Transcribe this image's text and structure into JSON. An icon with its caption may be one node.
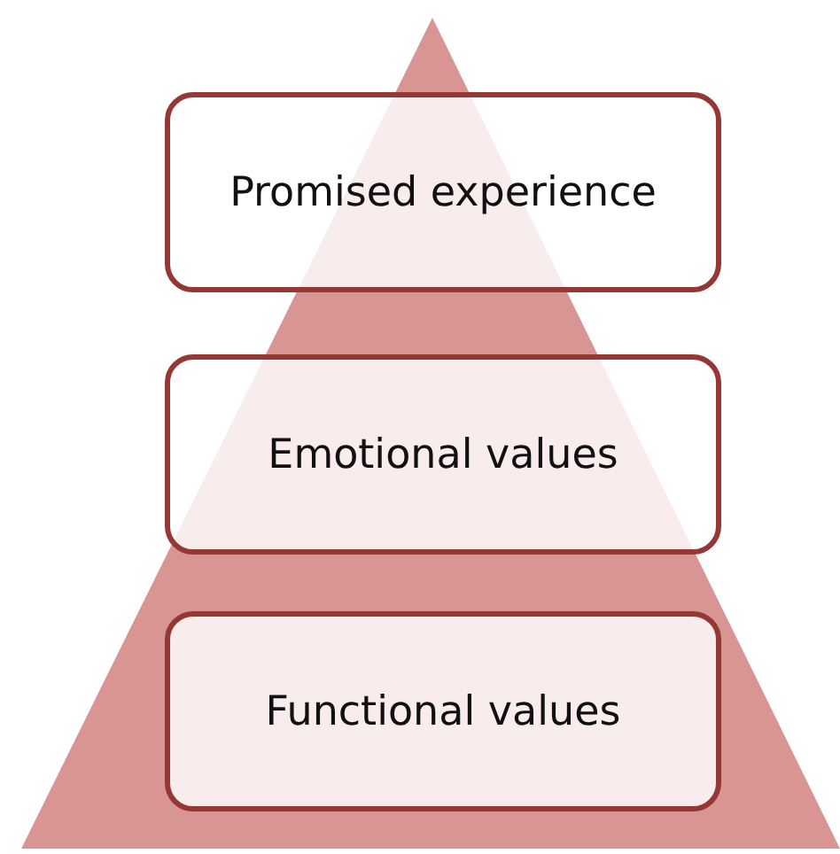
{
  "diagram": {
    "nodes": [
      {
        "text": [
          "Promised experience"
        ]
      },
      {
        "text": [
          "Emotional values"
        ]
      },
      {
        "text": [
          "Functional values"
        ]
      }
    ]
  }
}
